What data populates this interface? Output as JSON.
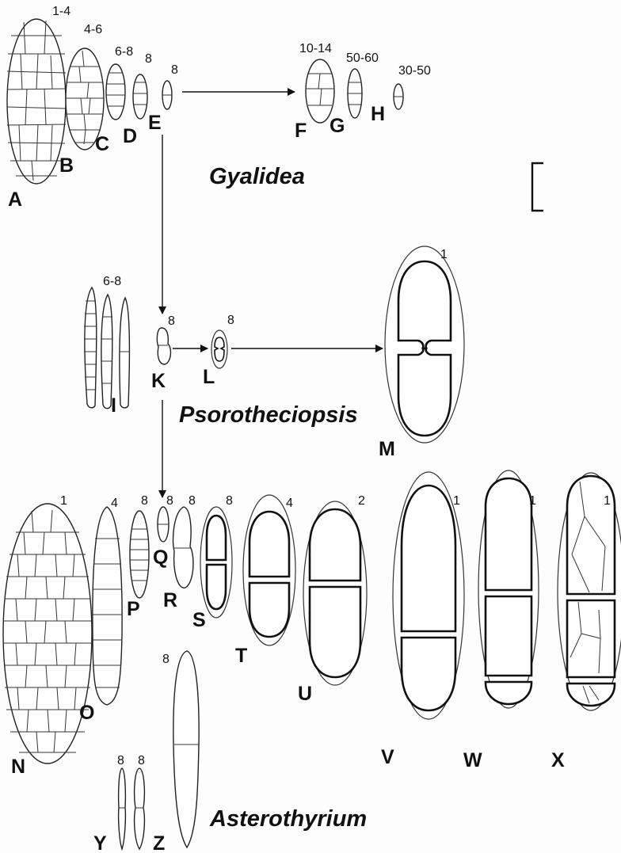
{
  "figure": {
    "genera": {
      "gyalidea": "Gyalidea",
      "psorotheciopsis": "Psorotheciopsis",
      "asterothyrium": "Asterothyrium"
    },
    "spores": [
      {
        "id": "A",
        "count": "1-4"
      },
      {
        "id": "B",
        "count": "4-6"
      },
      {
        "id": "C",
        "count": "6-8"
      },
      {
        "id": "D",
        "count": "8"
      },
      {
        "id": "E",
        "count": "8"
      },
      {
        "id": "F",
        "count": "10-14"
      },
      {
        "id": "G",
        "count": "50-60"
      },
      {
        "id": "H",
        "count": "30-50"
      },
      {
        "id": "I",
        "count": "6-8"
      },
      {
        "id": "K",
        "count": "8"
      },
      {
        "id": "L",
        "count": "8"
      },
      {
        "id": "M",
        "count": "1"
      },
      {
        "id": "N",
        "count": "1"
      },
      {
        "id": "O",
        "count": "4"
      },
      {
        "id": "P",
        "count": "8"
      },
      {
        "id": "Q",
        "count": "8"
      },
      {
        "id": "R",
        "count": "8"
      },
      {
        "id": "S",
        "count": "8"
      },
      {
        "id": "T",
        "count": "4"
      },
      {
        "id": "U",
        "count": "2"
      },
      {
        "id": "V",
        "count": "1"
      },
      {
        "id": "W",
        "count": "1"
      },
      {
        "id": "X",
        "count": "1"
      },
      {
        "id": "Y",
        "count": "8"
      },
      {
        "id": "Z",
        "count": "8"
      }
    ],
    "extra_count": "8"
  }
}
